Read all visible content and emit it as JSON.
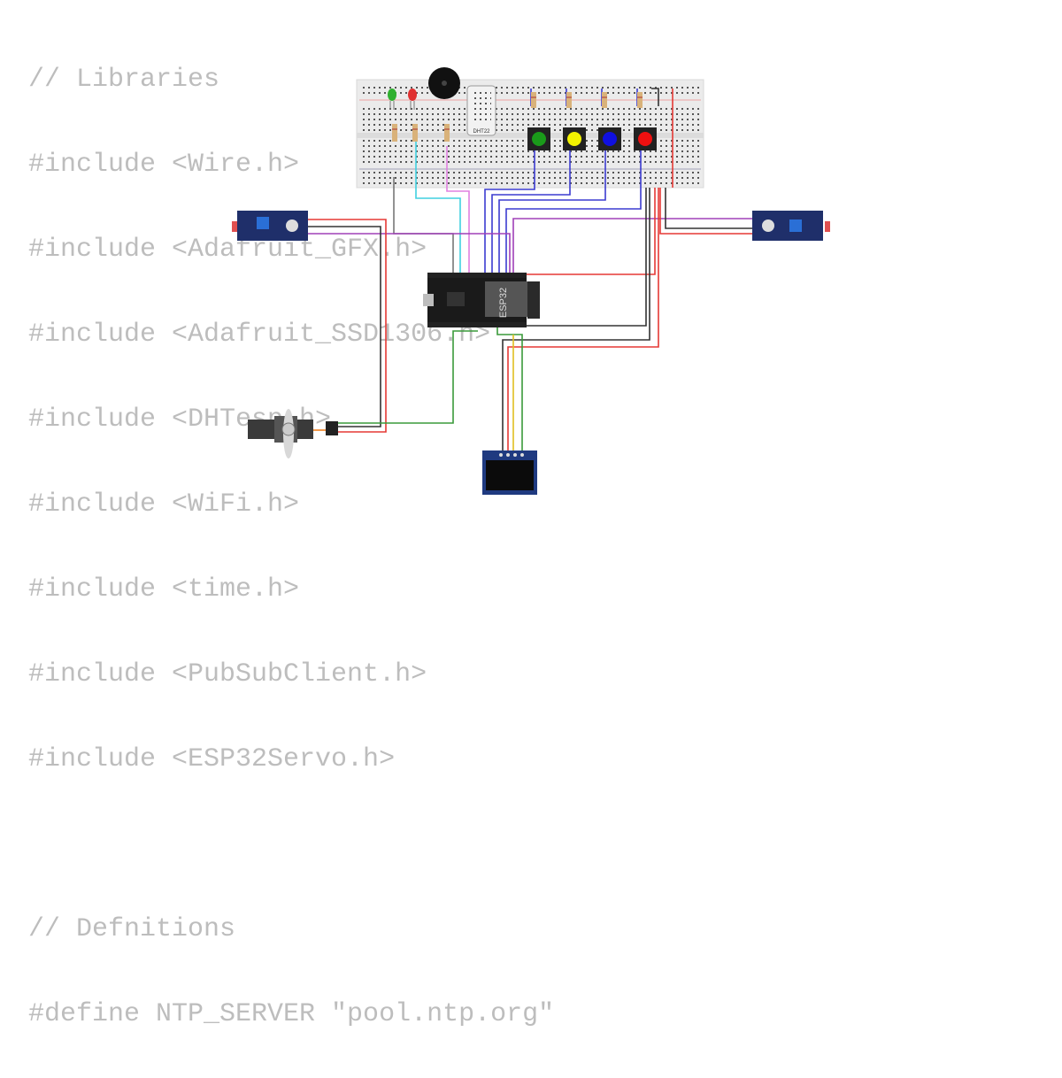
{
  "code_lines": [
    "// Libraries",
    "#include <Wire.h>",
    "#include <Adafruit_GFX.h>",
    "#include <Adafruit_SSD1306.h>",
    "#include <DHTesp.h>",
    "#include <WiFi.h>",
    "#include <time.h>",
    "#include <PubSubClient.h>",
    "#include <ESP32Servo.h>",
    "",
    "// Defnitions",
    "#define NTP_SERVER \"pool.ntp.org\""
  ],
  "labels": {
    "dht": "DHT22",
    "esp32": "ESP32"
  },
  "colors": {
    "code_text": "#bdbdbd",
    "breadboard": "#ebebeb",
    "wire_red": "#e53935",
    "wire_black": "#333333",
    "wire_blue": "#3c3cd0",
    "wire_purple": "#a040b8",
    "wire_cyan": "#40d0e0",
    "wire_pink": "#e080e0",
    "wire_green": "#3a9a3a",
    "wire_yellow": "#e0c020",
    "wire_orange": "#f08020",
    "button_green": "#1a9a1a",
    "button_yellow": "#f2f200",
    "button_blue": "#1010e0",
    "button_red": "#ee1010"
  }
}
